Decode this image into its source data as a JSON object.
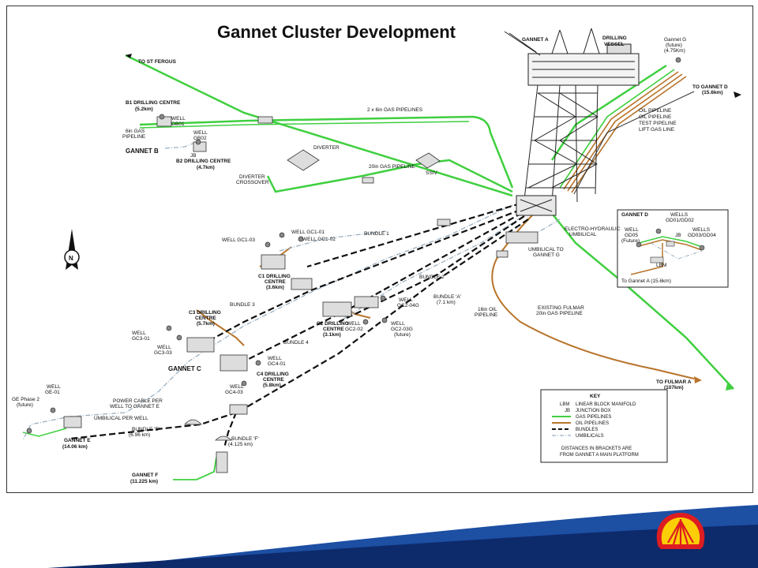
{
  "title": "Gannet Cluster Development",
  "colors": {
    "gas": "#3fcf3f",
    "oil": "#b8742a",
    "bundle": "#111111",
    "umbilical": "#9bb0c0",
    "footer_navy": "#0d2a6b",
    "footer_blue": "#1d4fa3",
    "shell_red": "#dd1d21",
    "shell_yellow": "#fbce07"
  },
  "labels": {
    "st_fergus": "TO ST FERGUS",
    "b1_centre": "B1 DRILLING CENTRE",
    "b1_dist": "(5.2km)",
    "well_gb01_a": "WELL",
    "well_gb01_b": "GB01",
    "gas_6in_a": "6in GAS",
    "gas_6in_b": "PIPELINE",
    "well_gb02_a": "WELL",
    "well_gb02_b": "GB02",
    "jb_b": "JB",
    "gannet_b": "GANNET B",
    "b2_centre": "B2 DRILLING CENTRE",
    "b2_dist": "(4.7km)",
    "gas_2x6": "2 x 6in GAS PIPELINES",
    "diverter": "DIVERTER",
    "diverter_crossover_a": "DIVERTER",
    "diverter_crossover_b": "CROSSOVER",
    "gas_20in": "20in GAS PIPELINE",
    "ssiv": "SSIV",
    "gannet_a": "GANNET A",
    "drilling_vessel_a": "DRILLING",
    "drilling_vessel_b": "VESSEL",
    "gannet_g_a": "Gannet G",
    "gannet_g_b": "(future)",
    "gannet_g_c": "(4.75Km)",
    "to_gannet_d": "TO GANNET D",
    "to_gannet_d_dist": "(15.6km)",
    "oil_pipeline_1": "OIL PIPELINE",
    "oil_pipeline_2": "OIL PIPELINE",
    "test_pipeline": "TEST PIPELINE",
    "lift_gas": "LIFT GAS LINE",
    "electro_a": "ELECTRO-HYDRAULIC",
    "electro_b": "UMBILICAL",
    "umbilical_g_a": "UMBILICAL TO",
    "umbilical_g_b": "GANNET G",
    "bundle_1": "BUNDLE 1",
    "bundle_2": "BUNDLE 2",
    "bundle_3": "BUNDLE 3",
    "bundle_4": "BUNDLE 4",
    "bundle_a_a": "BUNDLE 'A'",
    "bundle_a_b": "(7.1 km)",
    "well_gc1_03": "WELL GC1-03",
    "well_gc1_01": "WELL GC1-01",
    "well_gc1_02": "WELL GC1-02",
    "c1_a": "C1 DRILLING",
    "c1_b": "CENTRE",
    "c1_c": "(3.6km)",
    "c3_a": "C3 DRILLING",
    "c3_b": "CENTRE",
    "c3_c": "(5.7km)",
    "well_gc3_01_a": "WELL",
    "well_gc3_01_b": "GC3-01",
    "well_gc3_03_a": "WELL",
    "well_gc3_03_b": "GC3-03",
    "gannet_c": "GANNET C",
    "c2_a": "C2 DRILLING",
    "c2_b": "CENTRE",
    "c2_c": "(3.1km)",
    "well_gc2_02_a": "WELL",
    "well_gc2_02_b": "GC2-02",
    "well_gc2_04g_a": "WELL",
    "well_gc2_04g_b": "GC2-04G",
    "well_gc2_03g_a": "WELL",
    "well_gc2_03g_b": "GC2-03G",
    "well_gc2_03g_c": "(future)",
    "c4_a": "C4 DRILLING",
    "c4_b": "CENTRE",
    "c4_c": "(5.8km)",
    "well_gc4_01_a": "WELL",
    "well_gc4_01_b": "GC4-01",
    "well_gc4_03_a": "WELL",
    "well_gc4_03_b": "GC4-03",
    "oil_16in_a": "16in OIL",
    "oil_16in_b": "PIPELINE",
    "fulmar_a": "EXISTING FULMAR",
    "fulmar_b": "20in GAS PIPELINE",
    "to_fulmar_a": "TO FULMAR A",
    "to_fulmar_b": "(107km)",
    "gannet_d": "GANNET D",
    "wells_gd01_a": "WELLS",
    "wells_gd01_b": "GD01/GD02",
    "well_gd05_a": "WELL",
    "well_gd05_b": "GD05",
    "well_gd05_c": "(Future)",
    "jb_d": "JB",
    "wells_gd03_a": "WELLS",
    "wells_gd03_b": "GD03/GD04",
    "lbm_d": "LBM",
    "to_gannet_a": "To Gannet A (15.6km)",
    "ge_phase2_a": "GE Phase 2",
    "ge_phase2_b": "(future)",
    "well_ge01_a": "WELL",
    "well_ge01_b": "GE-01",
    "power_cable_a": "POWER CABLE PER",
    "power_cable_b": "WELL TO GANNET E",
    "umbilical_well": "UMBILICAL PER WELL",
    "gannet_e_a": "GANNET E",
    "gannet_e_b": "(14.06 km)",
    "bundle_e_a": "BUNDLE 'E'",
    "bundle_e_b": "(6.96 km)",
    "bundle_f_a": "BUNDLE 'F'",
    "bundle_f_b": "(4.125 km)",
    "gannet_f_a": "GANNET F",
    "gannet_f_b": "(11.225 km)"
  },
  "key": {
    "title": "KEY",
    "rows": [
      {
        "code": "LBM",
        "text": "LINEAR BLOCK MANIFOLD"
      },
      {
        "code": "JB",
        "text": "JUNCTION BOX"
      },
      {
        "code": "",
        "text": "GAS PIPELINES"
      },
      {
        "code": "",
        "text": "OIL PIPELINES"
      },
      {
        "code": "",
        "text": "BUNDLES"
      },
      {
        "code": "",
        "text": "UMBILICALS"
      }
    ],
    "note_1": "DISTANCES IN BRACKETS ARE",
    "note_2": "FROM GANNET A MAIN PLATFORM"
  },
  "compass": {
    "letter": "N"
  }
}
